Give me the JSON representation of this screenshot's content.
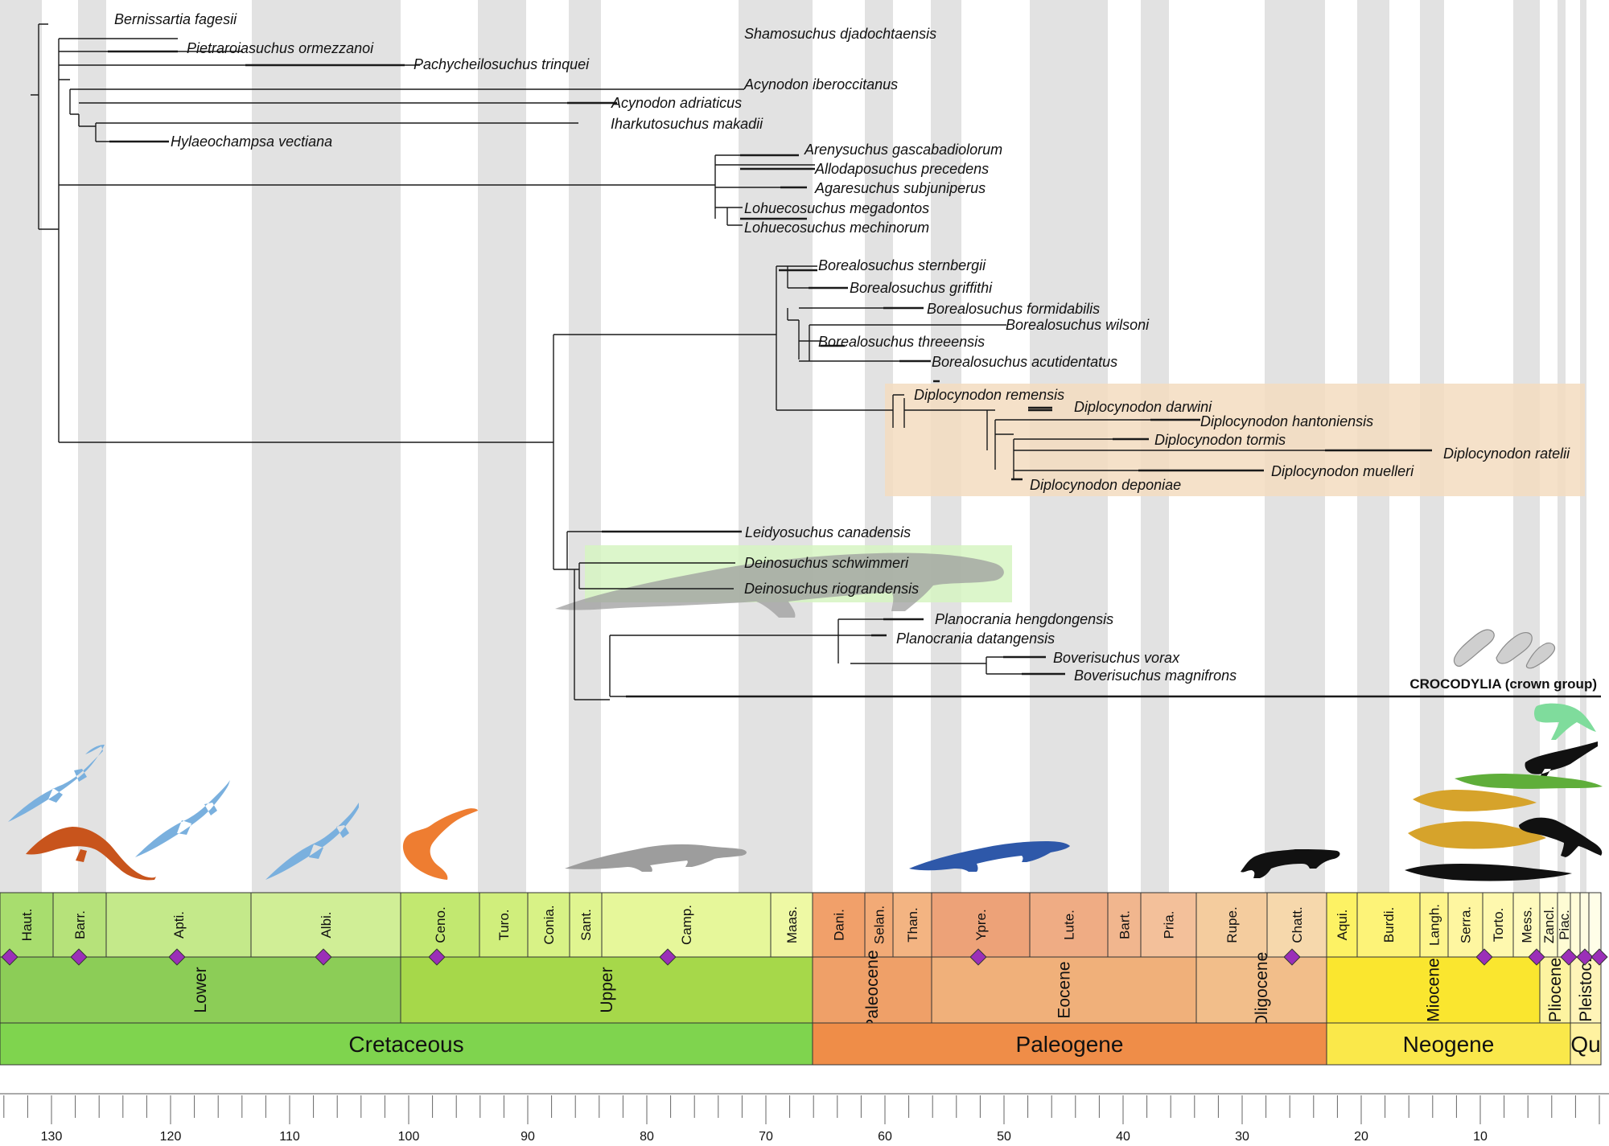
{
  "taxa": {
    "bernissartia": "Bernissartia fagesii",
    "shamosuchus": "Shamosuchus djadochtaensis",
    "pietraroiasuchus": "Pietraroiasuchus ormezzanoi",
    "pachycheilosuchus": "Pachycheilosuchus trinquei",
    "acynodon_iber": "Acynodon iberoccitanus",
    "acynodon_adri": "Acynodon adriaticus",
    "iharkutosuchus": "Iharkutosuchus makadii",
    "hylaeochampsa": "Hylaeochampsa vectiana",
    "arenysuchus": "Arenysuchus gascabadiolorum",
    "allodaposuchus": "Allodaposuchus precedens",
    "agaresuchus": "Agaresuchus subjuniperus",
    "lohuecosuchus_meg": "Lohuecosuchus megadontos",
    "lohuecosuchus_mec": "Lohuecosuchus mechinorum",
    "borealo_stern": "Borealosuchus sternbergii",
    "borealo_griff": "Borealosuchus griffithi",
    "borealo_formi": "Borealosuchus formidabilis",
    "borealo_wilsoni": "Borealosuchus wilsoni",
    "borealo_three": "Borealosuchus threeensis",
    "borealo_acuti": "Borealosuchus acutidentatus",
    "diplo_remensis": "Diplocynodon remensis",
    "diplo_darwini": "Diplocynodon darwini",
    "diplo_hanton": "Diplocynodon hantoniensis",
    "diplo_tormis": "Diplocynodon tormis",
    "diplo_ratelii": "Diplocynodon ratelii",
    "diplo_muelleri": "Diplocynodon muelleri",
    "diplo_deponiae": "Diplocynodon deponiae",
    "leidyosuchus": "Leidyosuchus canadensis",
    "deino_schwim": "Deinosuchus schwimmeri",
    "deino_riogr": "Deinosuchus riograndensis",
    "plano_heng": "Planocrania hengdongensis",
    "plano_dat": "Planocrania datangensis",
    "bover_vorax": "Boverisuchus vorax",
    "bover_magni": "Boverisuchus magnifrons",
    "crown": "CROCODYLIA (crown group)"
  },
  "stages": [
    "Haut.",
    "Barr.",
    "Apti.",
    "Albi.",
    "Ceno.",
    "Turo.",
    "Conia.",
    "Sant.",
    "Camp.",
    "Maas.",
    "Dani.",
    "Selan.",
    "Than.",
    "Ypre.",
    "Lute.",
    "Bart.",
    "Pria.",
    "Rupe.",
    "Chatt.",
    "Aqui.",
    "Burdi.",
    "Langh.",
    "Serra.",
    "Torto.",
    "Mess.",
    "Zancl.",
    "Piac."
  ],
  "epochs": [
    "Lower",
    "Upper",
    "Paleocene",
    "Eocene",
    "Oligocene",
    "Miocene",
    "Pliocene",
    "Pleistoc."
  ],
  "periods": [
    "Cretaceous",
    "Paleogene",
    "Neogene",
    "Qu"
  ],
  "axis_ticks": [
    "130",
    "120",
    "110",
    "100",
    "90",
    "80",
    "70",
    "60",
    "50",
    "40",
    "30",
    "20",
    "10"
  ],
  "colors": {
    "stripe": "#e2e2e2",
    "branch": "#1a1a1a",
    "diplocynodon_box": "#f3dcc0",
    "deinosuchus_box": "#d6f5c2",
    "marker": "#9b2fb8",
    "cretaceous": "#7fc64e",
    "lower": "#8ccd57",
    "upper": "#a6d84a",
    "paleogene": "#ef9a5b",
    "neogene": "#fae62f",
    "blue_silhouette": "#7ab0de",
    "rust_silhouette": "#c8541c",
    "orange_silhouette": "#ee7d31",
    "grey_silhouette": "#9d9d9d",
    "navy_silhouette": "#2e58a9",
    "green_silhouette": "#5fae3a",
    "gold_silhouette": "#d6a32b",
    "mint_silhouette": "#7fdc9c",
    "black_silhouette": "#111111"
  }
}
